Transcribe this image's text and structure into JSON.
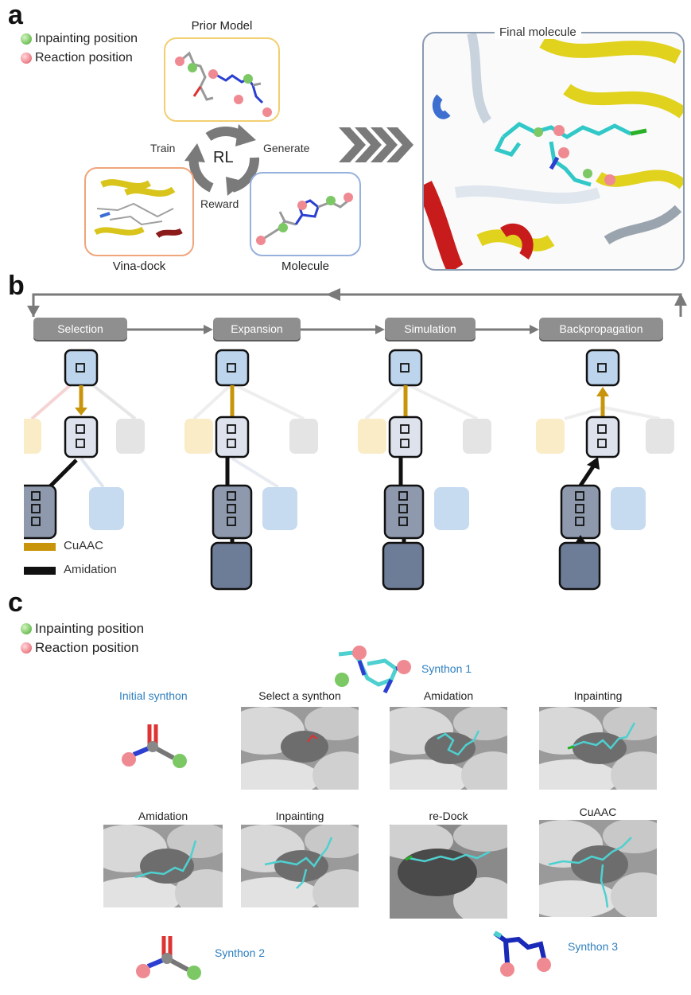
{
  "panels": {
    "a": "a",
    "b": "b",
    "c": "c"
  },
  "panel_a": {
    "legend": {
      "inpainting": "Inpainting position",
      "reaction": "Reaction position"
    },
    "prior_model": "Prior Model",
    "rl": "RL",
    "train": "Train",
    "generate": "Generate",
    "reward": "Reward",
    "vina_dock": "Vina-dock",
    "molecule": "Molecule",
    "final_molecule": "Final molecule",
    "colors": {
      "prior_border": "#f2cf70",
      "vina_border": "#f0a57a",
      "molecule_border": "#97b1dd",
      "final_border": "#8a9ab0",
      "chevron": "#7a7a7a"
    }
  },
  "panel_b": {
    "steps": [
      "Selection",
      "Expansion",
      "Simulation",
      "Backpropagation"
    ],
    "legend": {
      "cuaac": "CuAAC",
      "amidation": "Amidation"
    },
    "colors": {
      "cuaac": "#c8950a",
      "amidation": "#111111",
      "button": "#8f8f8f"
    }
  },
  "panel_c": {
    "legend": {
      "inpainting": "Inpainting position",
      "reaction": "Reaction position"
    },
    "synthon1": "Synthon 1",
    "synthon2": "Synthon 2",
    "synthon3": "Synthon 3",
    "initial_synthon": "Initial synthon",
    "row1": [
      "Select a synthon",
      "Amidation",
      "Inpainting"
    ],
    "row2": [
      "Amidation",
      "Inpainting",
      "re-Dock",
      "CuAAC"
    ]
  }
}
